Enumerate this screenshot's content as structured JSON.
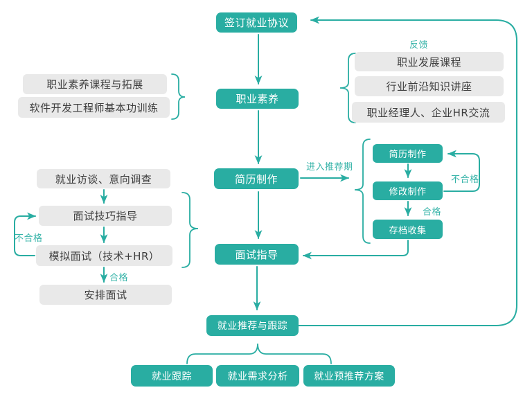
{
  "colors": {
    "teal": "#29ada2",
    "teal_label": "#35b3a8",
    "gray_box": "#e9e9e9",
    "dark_text": "#3d3d3d"
  },
  "flow": {
    "sign": "签订就业协议",
    "quality": "职业素养",
    "resume": "简历制作",
    "interview": "面试指导",
    "recommend": "就业推荐与跟踪"
  },
  "left_course_group": {
    "items": [
      {
        "label": "职业素养课程与拓展"
      },
      {
        "label": "软件开发工程师基本功训练"
      }
    ]
  },
  "right_course_group": {
    "feedback": "反馈",
    "items": [
      {
        "label": "职业发展课程"
      },
      {
        "label": "行业前沿知识讲座"
      },
      {
        "label": "职业经理人、企业HR交流"
      }
    ]
  },
  "left_interview_group": {
    "survey": "就业访谈、意向调查",
    "skill": "面试技巧指导",
    "mock": "模拟面试（技术+HR）",
    "arrange": "安排面试",
    "fail": "不合格",
    "pass": "合格"
  },
  "right_resume_group": {
    "enter": "进入推荐期",
    "make": "简历制作",
    "revise": "修改制作",
    "archive": "存档收集",
    "fail": "不合格",
    "pass": "合格"
  },
  "bottom_group": {
    "items": [
      {
        "label": "就业跟踪"
      },
      {
        "label": "就业需求分析"
      },
      {
        "label": "就业预推荐方案"
      }
    ]
  }
}
